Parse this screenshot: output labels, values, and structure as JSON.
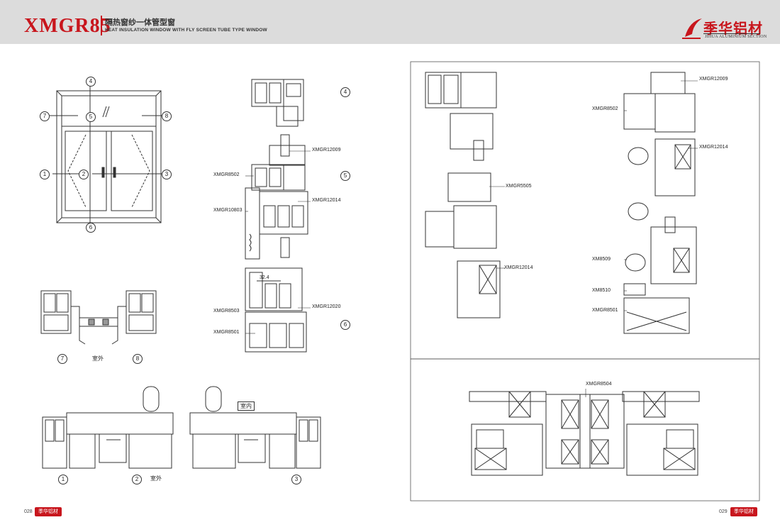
{
  "header": {
    "code": "XMGR85",
    "title_cn": "隔热窗纱一体管型窗",
    "title_en": "HEAT INSULATION WINDOW WITH FLY SCREEN TUBE TYPE WINDOW",
    "brand_cn": "季华铝材",
    "brand_en": "JIHUA ALUMINIUM SECTION"
  },
  "elevation_markers": [
    "1",
    "2",
    "3",
    "4",
    "5",
    "6",
    "7",
    "8"
  ],
  "profiles_vertical": [
    "XMGR12009",
    "XMGR8502",
    "XMGR10803",
    "XMGR12014",
    "XMGR8503",
    "XMGR12020",
    "XMGR8501"
  ],
  "profiles_right_left": [
    "XMGR5505",
    "XMGR12014"
  ],
  "profiles_right_right": [
    "XMGR12009",
    "XMGR8502",
    "XMGR12014",
    "XM8509",
    "XM8510",
    "XMGR8501"
  ],
  "profile_bottom": "XMGR8504",
  "dimension": "32.4",
  "labels": {
    "outdoor": "室外",
    "indoor": "室内"
  },
  "footer": {
    "left_page": "028",
    "right_page": "029",
    "mini_brand": "季华铝材"
  },
  "colors": {
    "brand_red": "#c8161d",
    "header_gray": "#dcdcdc",
    "line": "#333333"
  }
}
